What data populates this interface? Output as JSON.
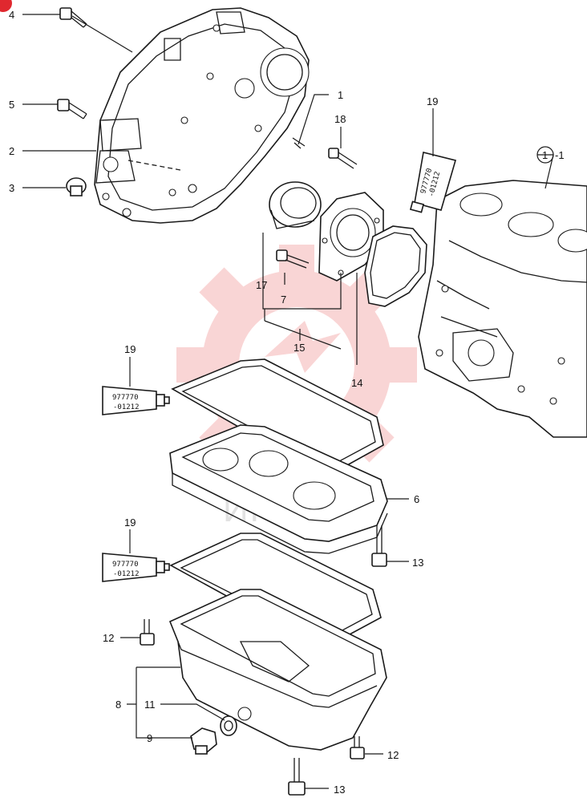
{
  "callouts": {
    "c1": "1",
    "c2": "2",
    "c3": "3",
    "c4": "4",
    "c5": "5",
    "c6": "6",
    "c7": "7",
    "c8": "8",
    "c9": "9",
    "c11": "11",
    "c12a": "12",
    "c12b": "12",
    "c13a": "13",
    "c13b": "13",
    "c14": "14",
    "c15": "15",
    "c17": "17",
    "c18": "18",
    "c19a": "19",
    "c19b": "19",
    "c19c": "19",
    "ref_circle": "1",
    "ref_suffix": "-1"
  },
  "sealant": {
    "code_line1": "977770",
    "code_line2": "-01212"
  },
  "watermark": {
    "text": "ИНТЕХ",
    "color": "#e8333a"
  },
  "colors": {
    "line": "#1a1a1a",
    "watermark": "#f08a8a",
    "corner_mark": "#e0282f"
  }
}
